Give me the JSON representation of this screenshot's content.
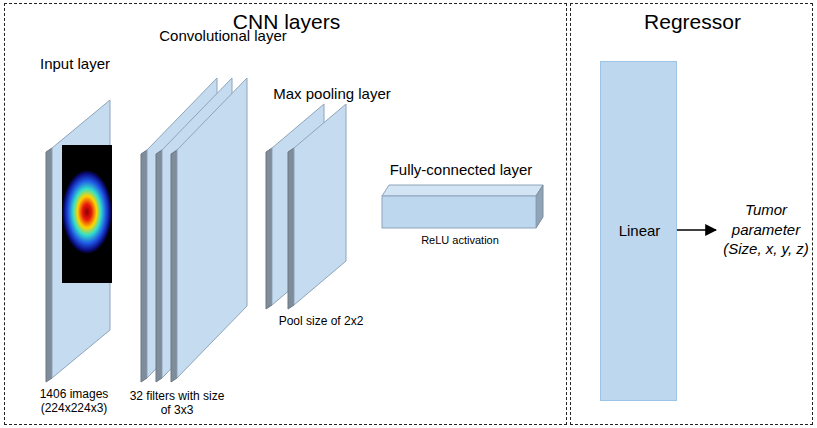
{
  "diagram": {
    "nodes": [
      {
        "text": [
          "CNN layers"
        ]
      },
      {
        "text": [
          "Regressor"
        ]
      },
      {
        "text": [
          "Input layer",
          "1406 images (224x224x3)"
        ],
        "in": 0
      },
      {
        "text": [
          "Convolutional layer",
          "32 filters with size of 3x3"
        ],
        "in": 0
      },
      {
        "text": [
          "Max pooling layer",
          "Pool size of 2x2"
        ],
        "in": 0
      },
      {
        "text": [
          "Fully-connected layer",
          "ReLU activation"
        ],
        "in": 0
      },
      {
        "text": [
          "Linear"
        ],
        "in": 1
      }
    ],
    "labels": [
      "Tumor parameter (Size, x, y, z)"
    ]
  }
}
